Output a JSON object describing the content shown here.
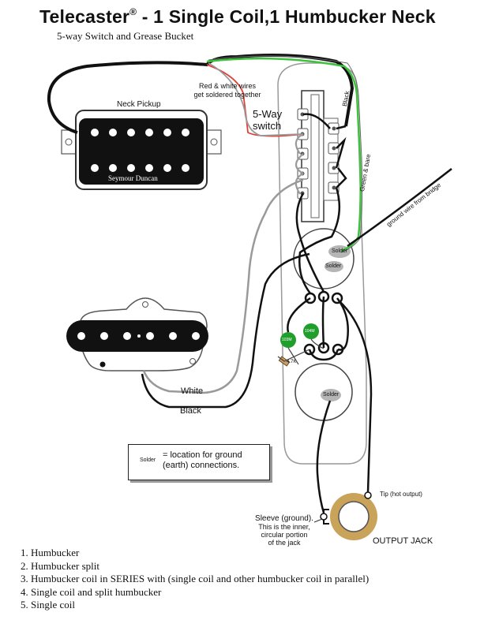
{
  "title": "Telecaster",
  "title_mark": "®",
  "title_rest": " - 1 Single Coil,1 Humbucker Neck",
  "subtitle": "5-way Switch and Grease Bucket",
  "labels": {
    "red_white": "Red & white wires",
    "soldered": "get soldered together",
    "neck_pickup": "Neck Pickup",
    "brand": "Seymour Duncan",
    "switch_line1": "5-Way",
    "switch_line2": "switch",
    "black": "Black",
    "green_bare": "Green & bare",
    "ground_bridge": "ground wire from bridge",
    "solder": "Solder",
    "cap1": "103M",
    "cap2": "104M",
    "resistor": "4.7K",
    "white": "White",
    "black_wire": "Black",
    "legend_text1": "= location for ground",
    "legend_text2": "(earth) connections.",
    "tip": "Tip (hot output)",
    "sleeve1": "Sleeve (ground).",
    "sleeve2": "This is the inner,",
    "sleeve3": "circular portion",
    "sleeve4": "of the jack",
    "output_jack": "OUTPUT JACK"
  },
  "positions": [
    "1. Humbucker",
    "2. Humbucker split",
    "3. Humbucker coil in SERIES with (single coil and other humbucker coil in parallel)",
    "4. Single coil and split humbucker",
    "5. Single coil"
  ],
  "colors": {
    "wire_black": "#111111",
    "wire_red": "#e0403a",
    "wire_green": "#3cc23c",
    "wire_white": "#9a9a9a",
    "plate_outline": "#999999",
    "solder_blob": "#b5b5b5",
    "cap_green": "#1f9e2c",
    "jack_gold": "#caa35a"
  }
}
